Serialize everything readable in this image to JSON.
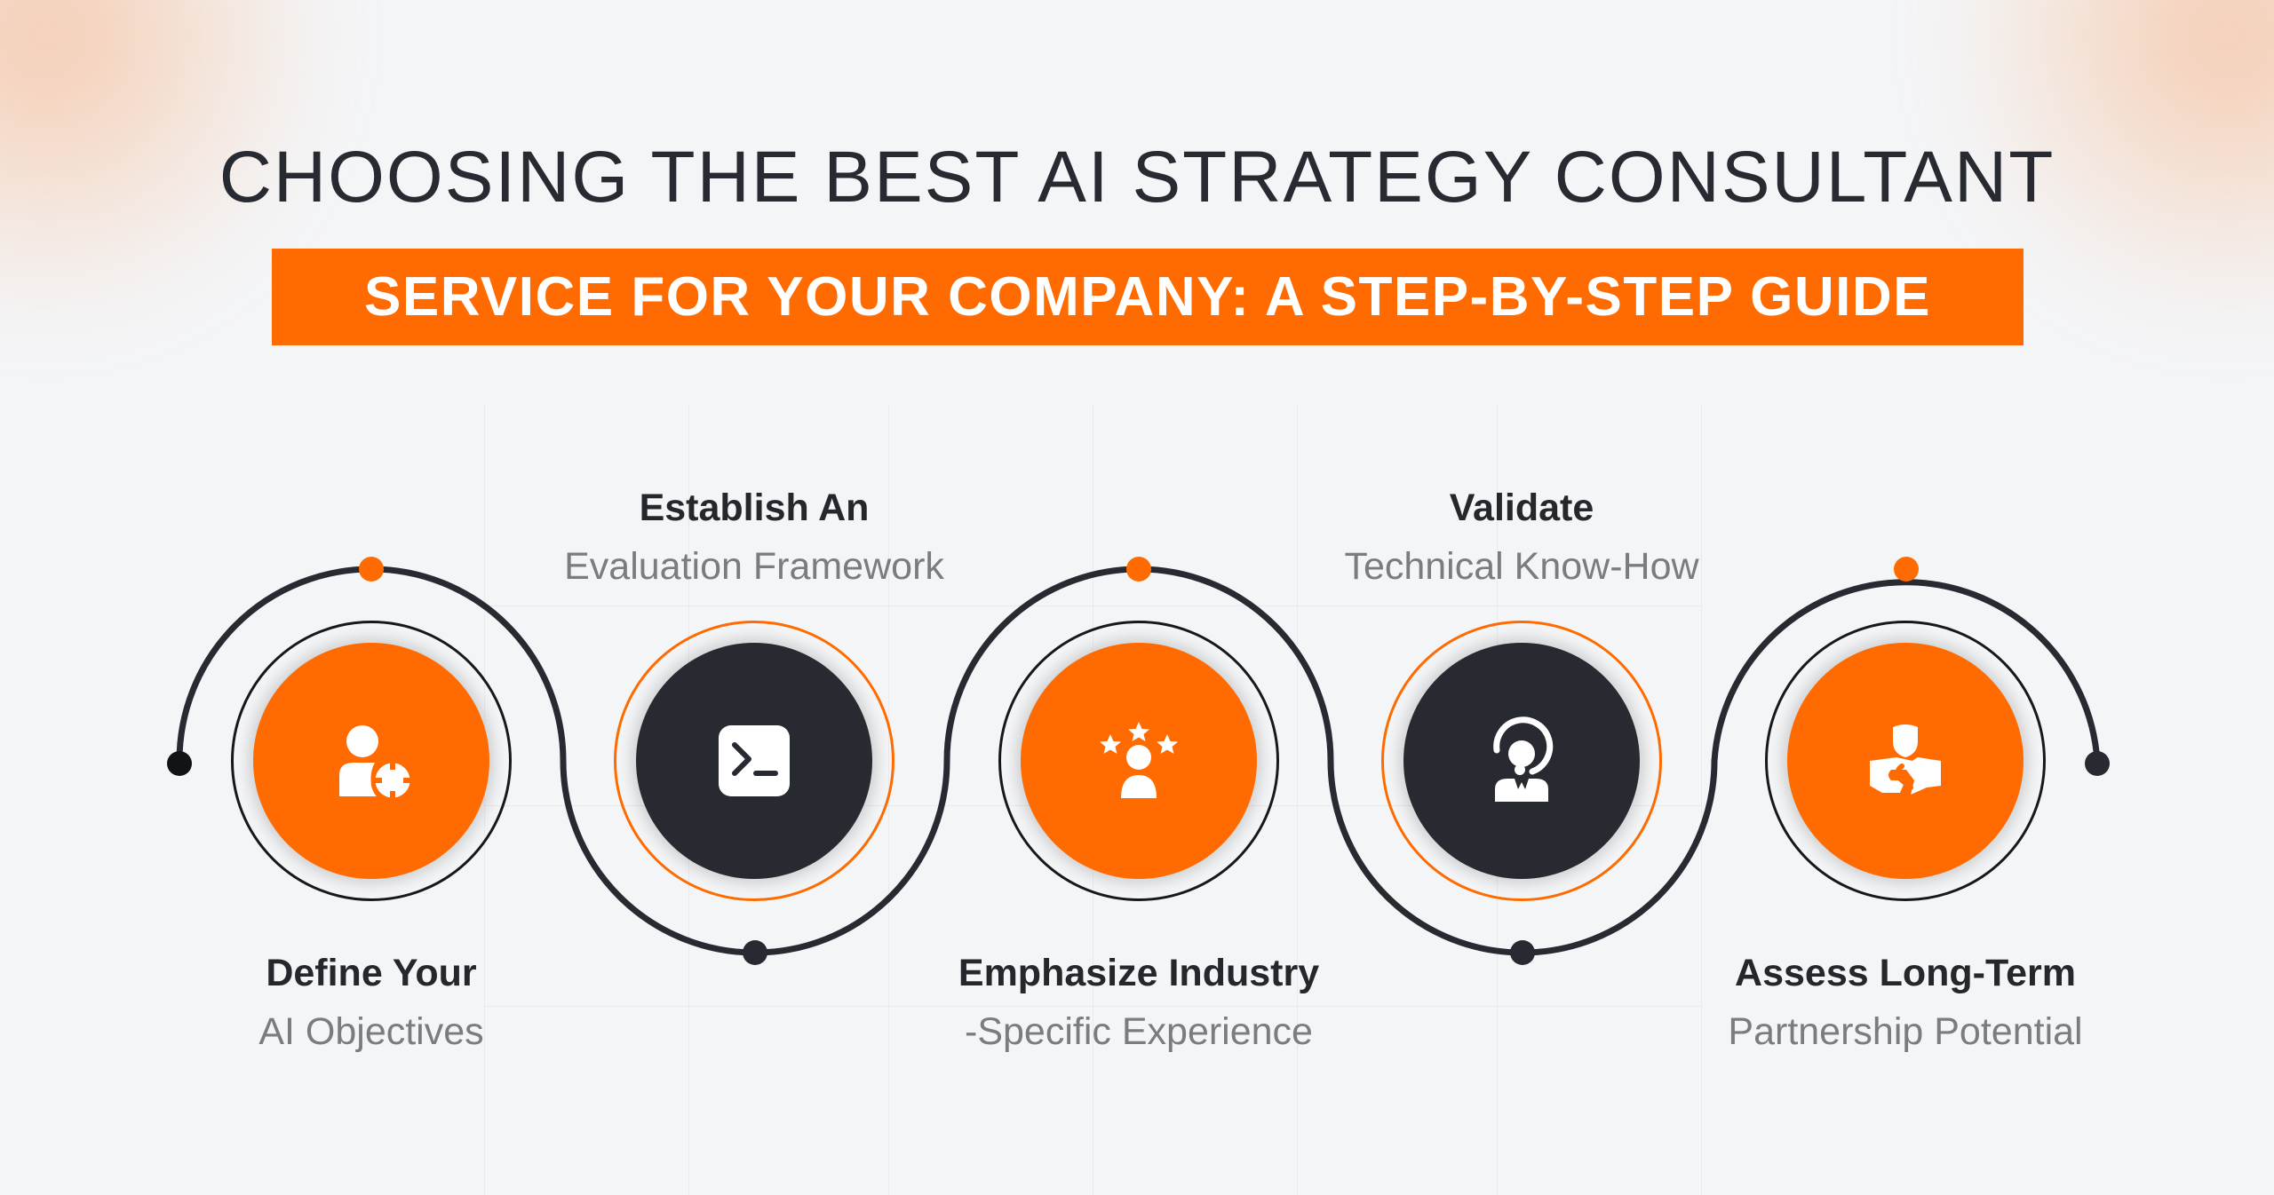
{
  "header": {
    "title": "CHOOSING THE BEST AI STRATEGY CONSULTANT",
    "subtitle": "SERVICE FOR YOUR COMPANY: A STEP-BY-STEP GUIDE"
  },
  "colors": {
    "accent": "#ff6b00",
    "dark": "#282a31",
    "background": "#f4f5f7",
    "subtext": "#7b7c80"
  },
  "steps": [
    {
      "heading": "Define Your",
      "subheading": "AI Objectives",
      "icon": "user-target-icon",
      "fill": "orange",
      "label_position": "bottom"
    },
    {
      "heading": "Establish An",
      "subheading": "Evaluation Framework",
      "icon": "terminal-icon",
      "fill": "dark",
      "label_position": "top"
    },
    {
      "heading": "Emphasize Industry",
      "subheading": "-Specific Experience",
      "icon": "star-person-icon",
      "fill": "orange",
      "label_position": "bottom"
    },
    {
      "heading": "Validate",
      "subheading": "Technical Know-How",
      "icon": "headset-support-icon",
      "fill": "dark",
      "label_position": "top"
    },
    {
      "heading": "Assess Long-Term",
      "subheading": "Partnership Potential",
      "icon": "handshake-icon",
      "fill": "orange",
      "label_position": "bottom"
    }
  ]
}
